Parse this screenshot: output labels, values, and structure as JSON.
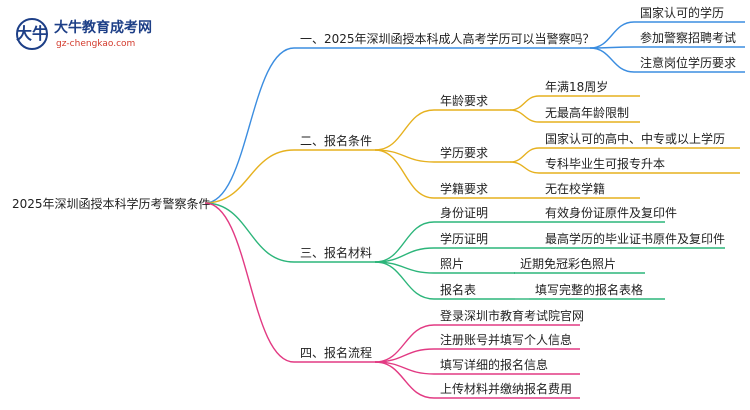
{
  "logo": {
    "glyph": "大牛",
    "title": "大牛教育成考网",
    "url": "gz-chengkao.com"
  },
  "root": "2025年深圳函授本科学历考警察条件",
  "branches": [
    {
      "label": "一、2025年深圳函授本科成人高考学历可以当警察吗？",
      "color": "#3b8de0",
      "children": [
        {
          "label": "国家认可的学历",
          "children": []
        },
        {
          "label": "参加警察招聘考试",
          "children": []
        },
        {
          "label": "注意岗位学历要求",
          "children": []
        }
      ]
    },
    {
      "label": "二、报名条件",
      "color": "#e6b11f",
      "children": [
        {
          "label": "年龄要求",
          "children": [
            "年满18周岁",
            "无最高年龄限制"
          ]
        },
        {
          "label": "学历要求",
          "children": [
            "国家认可的高中、中专或以上学历",
            "专科毕业生可报专升本"
          ]
        },
        {
          "label": "学籍要求",
          "children": [
            "无在校学籍"
          ]
        }
      ]
    },
    {
      "label": "三、报名材料",
      "color": "#2cb57a",
      "children": [
        {
          "label": "身份证明",
          "children": [
            "有效身份证原件及复印件"
          ]
        },
        {
          "label": "学历证明",
          "children": [
            "最高学历的毕业证书原件及复印件"
          ]
        },
        {
          "label": "照片",
          "children": [
            "近期免冠彩色照片"
          ]
        },
        {
          "label": "报名表",
          "children": [
            "填写完整的报名表格"
          ]
        }
      ]
    },
    {
      "label": "四、报名流程",
      "color": "#e23a83",
      "children": [
        {
          "label": "登录深圳市教育考试院官网",
          "children": []
        },
        {
          "label": "注册账号并填写个人信息",
          "children": []
        },
        {
          "label": "填写详细的报名信息",
          "children": []
        },
        {
          "label": "上传材料并缴纳报名费用",
          "children": []
        }
      ]
    }
  ]
}
